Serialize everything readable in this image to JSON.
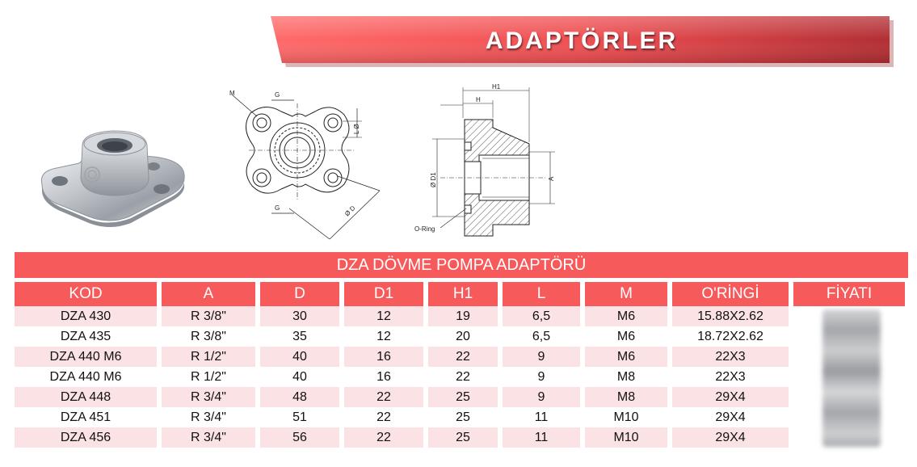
{
  "header": {
    "title": "ADAPTÖRLER"
  },
  "drawing": {
    "labels": {
      "m": "M",
      "g_top": "G",
      "g_bottom": "G",
      "l": "L Ø",
      "d": "Ø D",
      "h1": "H1",
      "h": "H",
      "d1": "Ø D1",
      "a": "A",
      "oring": "O-Ring"
    }
  },
  "table": {
    "title": "DZA DÖVME POMPA ADAPTÖRÜ",
    "columns": [
      "KOD",
      "A",
      "D",
      "D1",
      "H1",
      "L",
      "M",
      "O'RİNGİ",
      "FİYATI"
    ],
    "rows": [
      [
        "DZA 430",
        "R 3/8\"",
        "30",
        "12",
        "19",
        "6,5",
        "M6",
        "15.88X2.62",
        ""
      ],
      [
        "DZA 435",
        "R 3/8\"",
        "35",
        "12",
        "20",
        "6,5",
        "M6",
        "18.72X2.62",
        ""
      ],
      [
        "DZA 440 M6",
        "R 1/2\"",
        "40",
        "16",
        "22",
        "9",
        "M6",
        "22X3",
        ""
      ],
      [
        "DZA 440 M6",
        "R 1/2\"",
        "40",
        "16",
        "22",
        "9",
        "M8",
        "22X3",
        ""
      ],
      [
        "DZA 448",
        "R 3/4\"",
        "48",
        "22",
        "25",
        "9",
        "M8",
        "29X4",
        ""
      ],
      [
        "DZA 451",
        "R 3/4\"",
        "51",
        "22",
        "25",
        "11",
        "M10",
        "29X4",
        ""
      ],
      [
        "DZA 456",
        "R 3/4\"",
        "56",
        "22",
        "25",
        "11",
        "M10",
        "29X4",
        ""
      ]
    ]
  },
  "colors": {
    "accent": "#f75a5a",
    "row_tint": "#fbe3e5",
    "ribbon_dark": "#b22e33"
  }
}
